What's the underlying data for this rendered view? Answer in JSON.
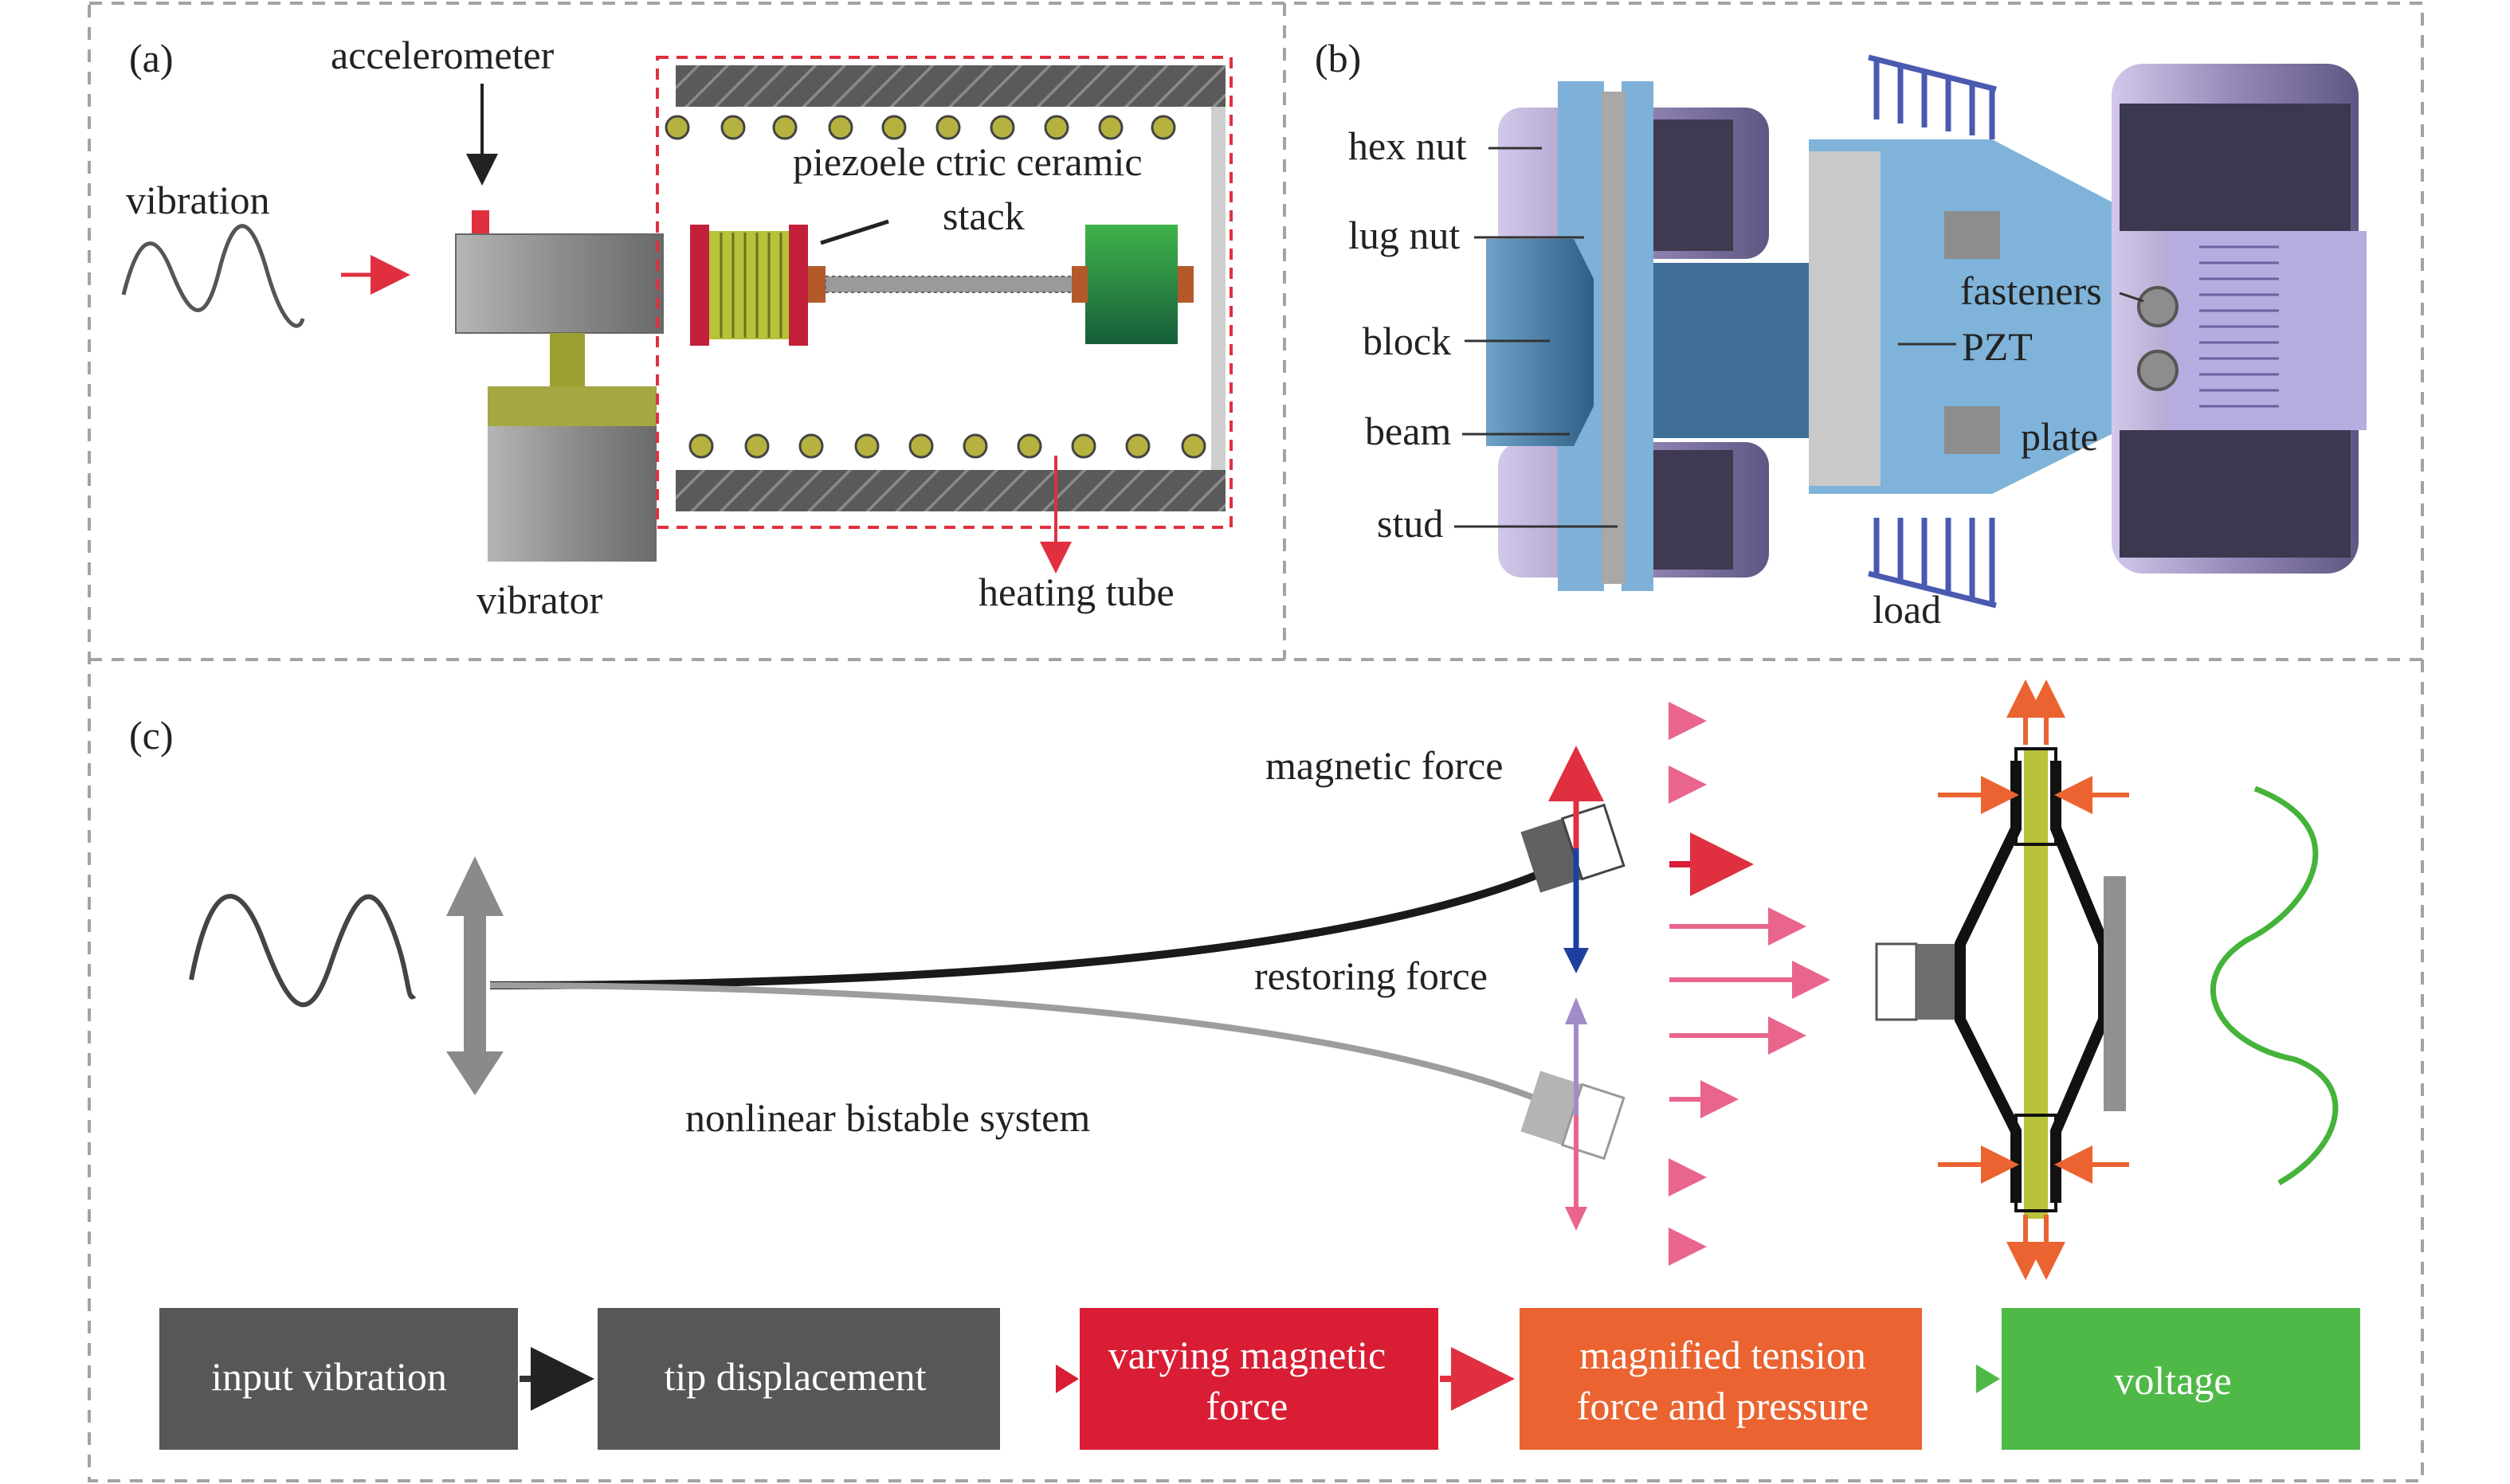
{
  "panels": {
    "a": {
      "tag": "(a)",
      "labels": {
        "accelerometer": "accelerometer",
        "vibration": "vibration",
        "piezo_line1": "piezoele ctric ceramic",
        "piezo_line2": "stack",
        "vibrator": "vibrator",
        "heating_tube": "heating tube"
      }
    },
    "b": {
      "tag": "(b)",
      "labels": {
        "hex_nut": "hex nut",
        "lug_nut": "lug nut",
        "block": "block",
        "beam": "beam",
        "stud": "stud",
        "fasteners": "fasteners",
        "pzt": "PZT",
        "plate": "plate",
        "load": "load"
      }
    },
    "c": {
      "tag": "(c)",
      "labels": {
        "magnetic_force": "magnetic force",
        "restoring_force": "restoring force",
        "system": "nonlinear bistable system"
      },
      "flow": [
        {
          "line1": "input vibration",
          "line2": "",
          "color": "#575757"
        },
        {
          "line1": "tip displacement",
          "line2": "",
          "color": "#575757"
        },
        {
          "line1": "varying magnetic",
          "line2": "force",
          "color": "#d91d34"
        },
        {
          "line1": "magnified tension",
          "line2": "force and pressure",
          "color": "#ea6330"
        },
        {
          "line1": "voltage",
          "line2": "",
          "color": "#4fb947"
        }
      ]
    }
  },
  "colors": {
    "dashed_border": "#a3a3a3",
    "red_arrow": "#e03040",
    "pink_arrow": "#e9658c",
    "blue_arrow": "#1f3fa0",
    "green_wave": "#45b33a",
    "piezo_yellow": "#b8c23a"
  }
}
